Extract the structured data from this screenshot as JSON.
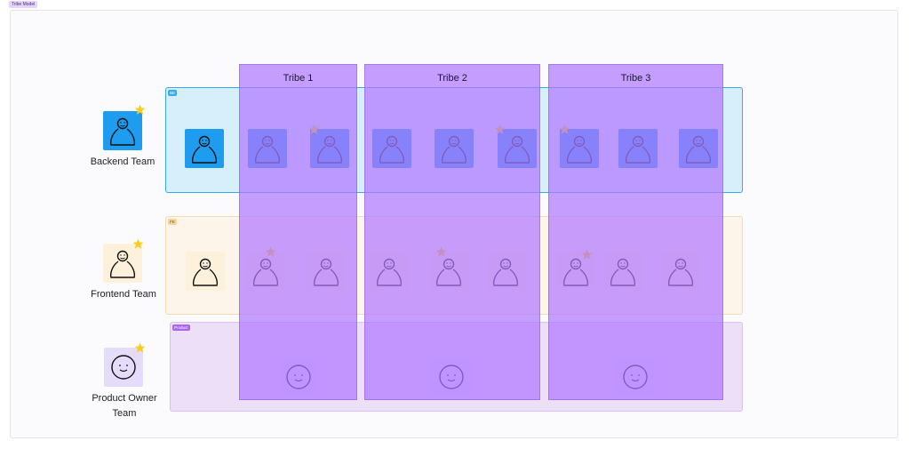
{
  "frame": {
    "title": "Tribe Model"
  },
  "sections": {
    "backend_tag": "BE",
    "frontend_tag": "FE",
    "product_tag": "Product"
  },
  "teams": {
    "backend": "Backend Team",
    "frontend": "Frontend Team",
    "product_line1": "Product Owner",
    "product_line2": "Team"
  },
  "tribes": [
    "Tribe 1",
    "Tribe 2",
    "Tribe 3"
  ],
  "colors": {
    "backend_card": "#1e9cf0",
    "frontend_card": "#fdf1dc",
    "product_card": "#e4dcfa",
    "tribe_overlay": "#b078ff",
    "lead_star": "#fbcd1e",
    "member_star": "#cf8a7a"
  },
  "icons": {
    "backend": "person-icon",
    "frontend": "person-icon",
    "product": "face-icon",
    "lead_marker": "star-icon"
  }
}
